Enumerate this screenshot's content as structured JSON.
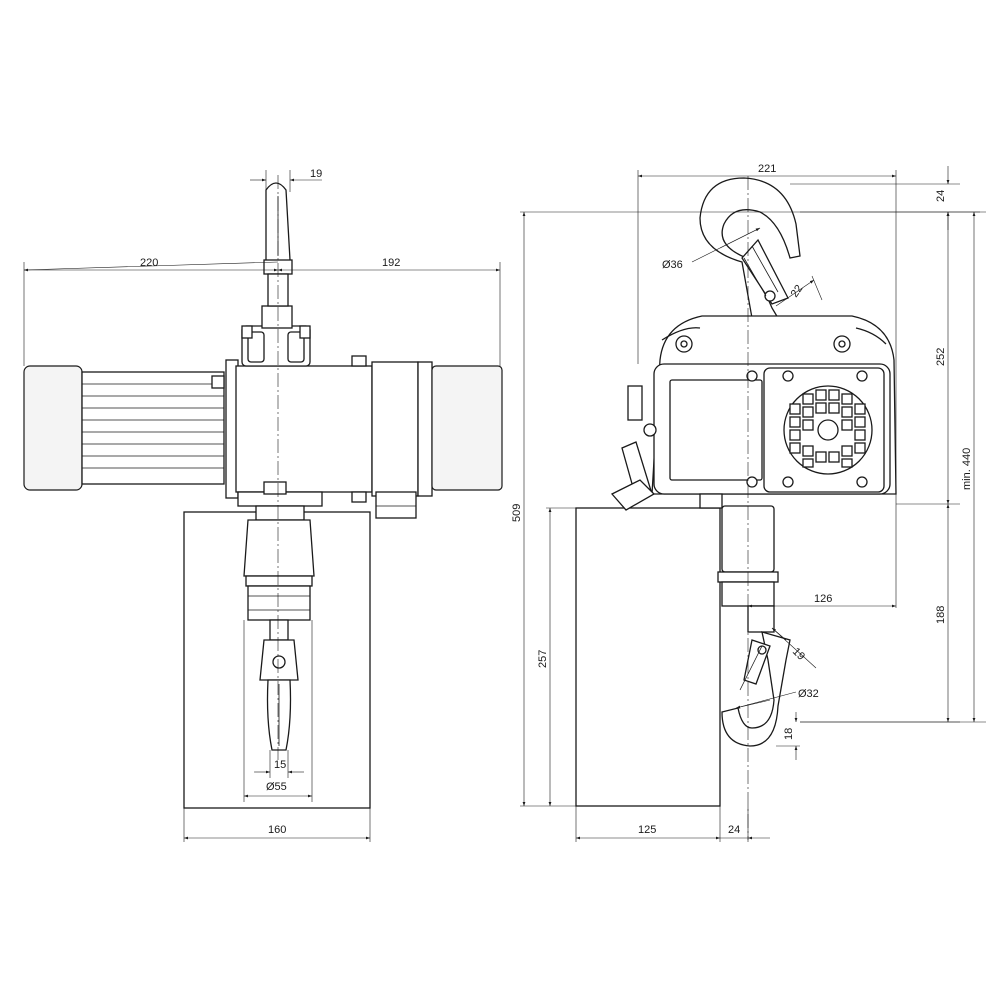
{
  "dimensions": {
    "front_top_width": "19",
    "front_left_width": "220",
    "front_right_width": "192",
    "front_hook_width": "15",
    "front_chain_dia": "Ø55",
    "front_bucket_width": "160",
    "side_total_width": "221",
    "side_top_offset": "24",
    "side_hook_dia": "Ø36",
    "side_hook_throat": "22",
    "side_body_height": "252",
    "side_min_height": "min. 440",
    "side_total_height": "509",
    "side_hook_reach": "126",
    "side_lower_height": "188",
    "side_bucket_height": "257",
    "side_bottom_hook_throat": "19",
    "side_bottom_hook_dia": "Ø32",
    "side_bottom_hook_thick": "18",
    "side_bucket_width": "125",
    "side_chain_offset": "24"
  }
}
